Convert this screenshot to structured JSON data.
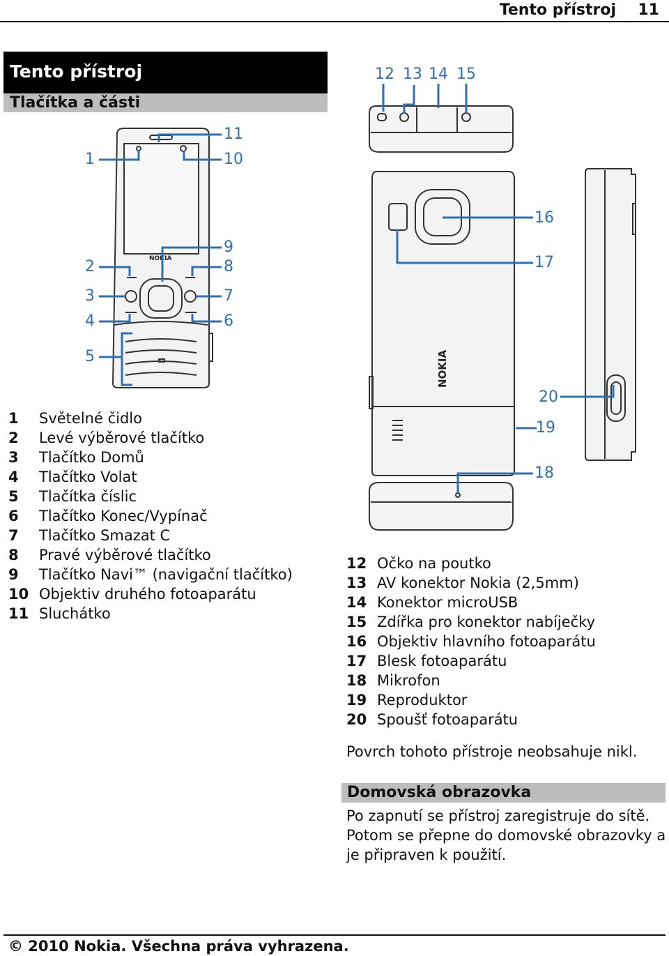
{
  "header": {
    "title": "Tento přístroj",
    "page_number": "11"
  },
  "chapter_title": "Tento přístroj",
  "section_title": "Tlačítka a části",
  "callouts": {
    "c1": "1",
    "c2": "2",
    "c3": "3",
    "c4": "4",
    "c5": "5",
    "c6": "6",
    "c7": "7",
    "c8": "8",
    "c9": "9",
    "c10": "10",
    "c11": "11",
    "c12": "12",
    "c13": "13",
    "c14": "14",
    "c15": "15",
    "c16": "16",
    "c17": "17",
    "c18": "18",
    "c19": "19",
    "c20": "20"
  },
  "phone_logo": "NOKIA",
  "parts_left": [
    {
      "num": "1",
      "label": "Světelné čidlo"
    },
    {
      "num": "2",
      "label": "Levé výběrové tlačítko"
    },
    {
      "num": "3",
      "label": "Tlačítko Domů"
    },
    {
      "num": "4",
      "label": "Tlačítko Volat"
    },
    {
      "num": "5",
      "label": "Tlačítka číslic"
    },
    {
      "num": "6",
      "label": "Tlačítko Konec/Vypínač"
    },
    {
      "num": "7",
      "label": "Tlačítko Smazat C"
    },
    {
      "num": "8",
      "label": "Pravé výběrové tlačítko"
    },
    {
      "num": "9",
      "label": "Tlačítko Navi™ (navigační tlačítko)"
    },
    {
      "num": "10",
      "label": "Objektiv druhého fotoaparátu"
    },
    {
      "num": "11",
      "label": "Sluchátko"
    }
  ],
  "parts_right": [
    {
      "num": "12",
      "label": "Očko na poutko"
    },
    {
      "num": "13",
      "label": "AV konektor Nokia (2,5mm)"
    },
    {
      "num": "14",
      "label": "Konektor microUSB"
    },
    {
      "num": "15",
      "label": "Zdířka pro konektor nabíječky"
    },
    {
      "num": "16",
      "label": "Objektiv hlavního fotoaparátu"
    },
    {
      "num": "17",
      "label": "Blesk fotoaparátu"
    },
    {
      "num": "18",
      "label": "Mikrofon"
    },
    {
      "num": "19",
      "label": "Reproduktor"
    },
    {
      "num": "20",
      "label": "Spoušť fotoaparátu"
    }
  ],
  "nickel_note": "Povrch tohoto přístroje neobsahuje nikl.",
  "home_section_title": "Domovská obrazovka",
  "home_text": "Po zapnutí se přístroj zaregistruje do sítě. Potom se přepne do domovské obrazovky a je připraven k použití.",
  "footer": "© 2010 Nokia. Všechna práva vyhrazena."
}
